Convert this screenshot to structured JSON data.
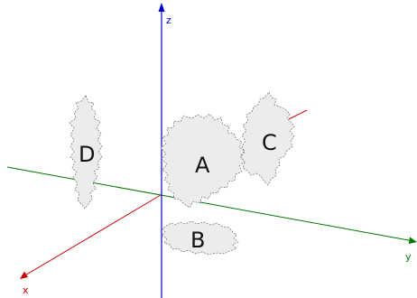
{
  "axes": {
    "x": {
      "label": "x",
      "color": "#cc0000"
    },
    "y": {
      "label": "y",
      "color": "#007700"
    },
    "z": {
      "label": "z",
      "color": "#0000cc"
    }
  },
  "fractals": {
    "a": {
      "label": "A"
    },
    "b": {
      "label": "B"
    },
    "c": {
      "label": "C"
    },
    "d": {
      "label": "D"
    }
  },
  "colors": {
    "fractal_fill": "#ececec",
    "fractal_stroke": "#555555"
  }
}
